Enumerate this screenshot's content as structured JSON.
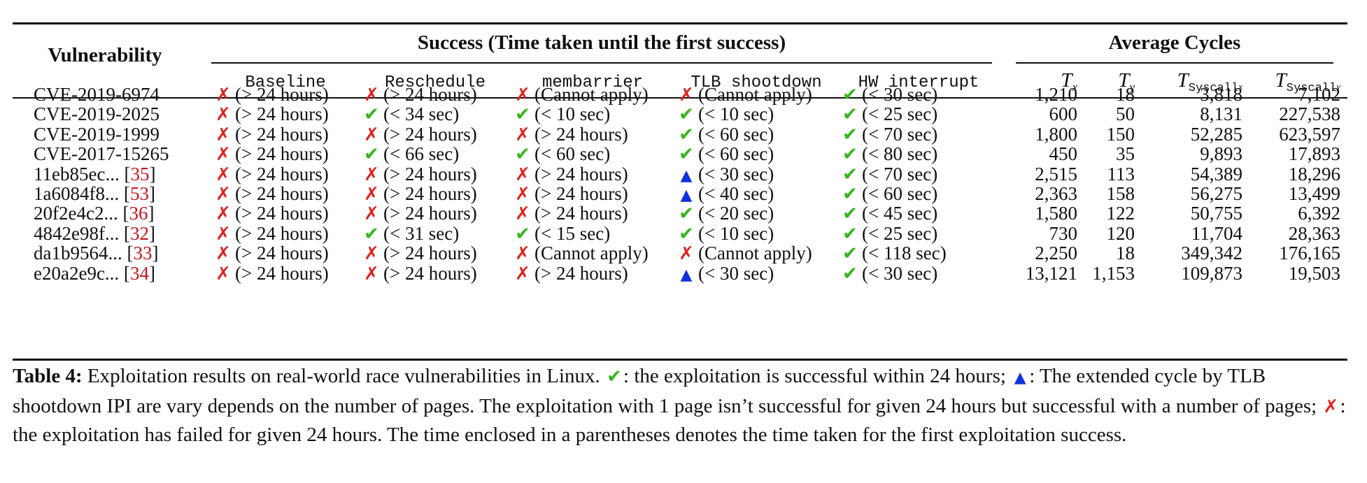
{
  "header": {
    "vulnerability": "Vulnerability",
    "success_group": "Success (Time taken until the first success)",
    "cycles_group": "Average Cycles",
    "methods": [
      "Baseline",
      "Reschedule",
      "membarrier",
      "TLB shootdown",
      "HW interrupt"
    ],
    "tx": {
      "base": "T",
      "sub": "x"
    },
    "ty": {
      "base": "T",
      "sub": "y"
    },
    "tsx": {
      "base": "T",
      "sub": "Syscall",
      "subsub": "x"
    },
    "tsy": {
      "base": "T",
      "sub": "Syscall",
      "subsub": "y"
    }
  },
  "rows": [
    {
      "name": "CVE-2019-6974",
      "ref": "",
      "results": [
        [
          "fail",
          "(> 24 hours)"
        ],
        [
          "fail",
          "(> 24 hours)"
        ],
        [
          "fail",
          "(Cannot apply)"
        ],
        [
          "fail",
          "(Cannot apply)"
        ],
        [
          "ok",
          "(< 30 sec)"
        ]
      ],
      "tx": "1,210",
      "ty": "18",
      "tsx": "3,818",
      "tsy": "7,102"
    },
    {
      "name": "CVE-2019-2025",
      "ref": "",
      "results": [
        [
          "fail",
          "(> 24 hours)"
        ],
        [
          "ok",
          "(< 34 sec)"
        ],
        [
          "ok",
          "(< 10 sec)"
        ],
        [
          "ok",
          "(< 10 sec)"
        ],
        [
          "ok",
          "(< 25 sec)"
        ]
      ],
      "tx": "600",
      "ty": "50",
      "tsx": "8,131",
      "tsy": "227,538"
    },
    {
      "name": "CVE-2019-1999",
      "ref": "",
      "results": [
        [
          "fail",
          "(> 24 hours)"
        ],
        [
          "fail",
          "(> 24 hours)"
        ],
        [
          "fail",
          "(> 24 hours)"
        ],
        [
          "ok",
          "(< 60 sec)"
        ],
        [
          "ok",
          "(< 70 sec)"
        ]
      ],
      "tx": "1,800",
      "ty": "150",
      "tsx": "52,285",
      "tsy": "623,597"
    },
    {
      "name": "CVE-2017-15265",
      "ref": "",
      "results": [
        [
          "fail",
          "(> 24 hours)"
        ],
        [
          "ok",
          "(< 66 sec)"
        ],
        [
          "ok",
          "(< 60 sec)"
        ],
        [
          "ok",
          "(< 60 sec)"
        ],
        [
          "ok",
          "(< 80 sec)"
        ]
      ],
      "tx": "450",
      "ty": "35",
      "tsx": "9,893",
      "tsy": "17,893"
    },
    {
      "name": "11eb85ec... [",
      "ref": "35",
      "results": [
        [
          "fail",
          "(> 24 hours)"
        ],
        [
          "fail",
          "(> 24 hours)"
        ],
        [
          "fail",
          "(> 24 hours)"
        ],
        [
          "part",
          "(< 30 sec)"
        ],
        [
          "ok",
          "(< 70 sec)"
        ]
      ],
      "tx": "2,515",
      "ty": "113",
      "tsx": "54,389",
      "tsy": "18,296"
    },
    {
      "name": "1a6084f8... [",
      "ref": "53",
      "results": [
        [
          "fail",
          "(> 24 hours)"
        ],
        [
          "fail",
          "(> 24 hours)"
        ],
        [
          "fail",
          "(> 24 hours)"
        ],
        [
          "part",
          "(< 40 sec)"
        ],
        [
          "ok",
          "(< 60 sec)"
        ]
      ],
      "tx": "2,363",
      "ty": "158",
      "tsx": "56,275",
      "tsy": "13,499"
    },
    {
      "name": "20f2e4c2... [",
      "ref": "36",
      "results": [
        [
          "fail",
          "(> 24 hours)"
        ],
        [
          "fail",
          "(> 24 hours)"
        ],
        [
          "fail",
          "(> 24 hours)"
        ],
        [
          "ok",
          "(< 20 sec)"
        ],
        [
          "ok",
          "(< 45 sec)"
        ]
      ],
      "tx": "1,580",
      "ty": "122",
      "tsx": "50,755",
      "tsy": "6,392"
    },
    {
      "name": "4842e98f... [",
      "ref": "32",
      "results": [
        [
          "fail",
          "(> 24 hours)"
        ],
        [
          "ok",
          "(< 31 sec)"
        ],
        [
          "ok",
          "(< 15 sec)"
        ],
        [
          "ok",
          "(< 10 sec)"
        ],
        [
          "ok",
          "(< 25 sec)"
        ]
      ],
      "tx": "730",
      "ty": "120",
      "tsx": "11,704",
      "tsy": "28,363"
    },
    {
      "name": "da1b9564... [",
      "ref": "33",
      "results": [
        [
          "fail",
          "(> 24 hours)"
        ],
        [
          "fail",
          "(> 24 hours)"
        ],
        [
          "fail",
          "(Cannot apply)"
        ],
        [
          "fail",
          "(Cannot apply)"
        ],
        [
          "ok",
          "(< 118 sec)"
        ]
      ],
      "tx": "2,250",
      "ty": "18",
      "tsx": "349,342",
      "tsy": "176,165"
    },
    {
      "name": "e20a2e9c... [",
      "ref": "34",
      "results": [
        [
          "fail",
          "(> 24 hours)"
        ],
        [
          "fail",
          "(> 24 hours)"
        ],
        [
          "fail",
          "(> 24 hours)"
        ],
        [
          "part",
          "(< 30 sec)"
        ],
        [
          "ok",
          "(< 30 sec)"
        ]
      ],
      "tx": "13,121",
      "ty": "1,153",
      "tsx": "109,873",
      "tsy": "19,503"
    }
  ],
  "icons": {
    "fail": "ballot-x-icon",
    "ok": "check-mark-icon",
    "part": "triangle-icon"
  },
  "colors": {
    "fail": "#e0221c",
    "ok": "#35b51c",
    "part": "#1030e0",
    "ref": "#c8161d"
  },
  "caption": {
    "label": "Table 4:",
    "p1": " Exploitation results on real-world race vulnerabilities in Linux. ",
    "p2": ": the exploitation is successful within 24 hours; ",
    "p3": ": The extended cycle by TLB shootdown IPI are vary depends on the number of pages. The exploitation with 1 page isn’t successful for given 24 hours but successful with a number of pages; ",
    "p4": ": the exploitation has failed for given 24 hours. The time enclosed in a parentheses denotes the time taken for the first exploitation success."
  }
}
